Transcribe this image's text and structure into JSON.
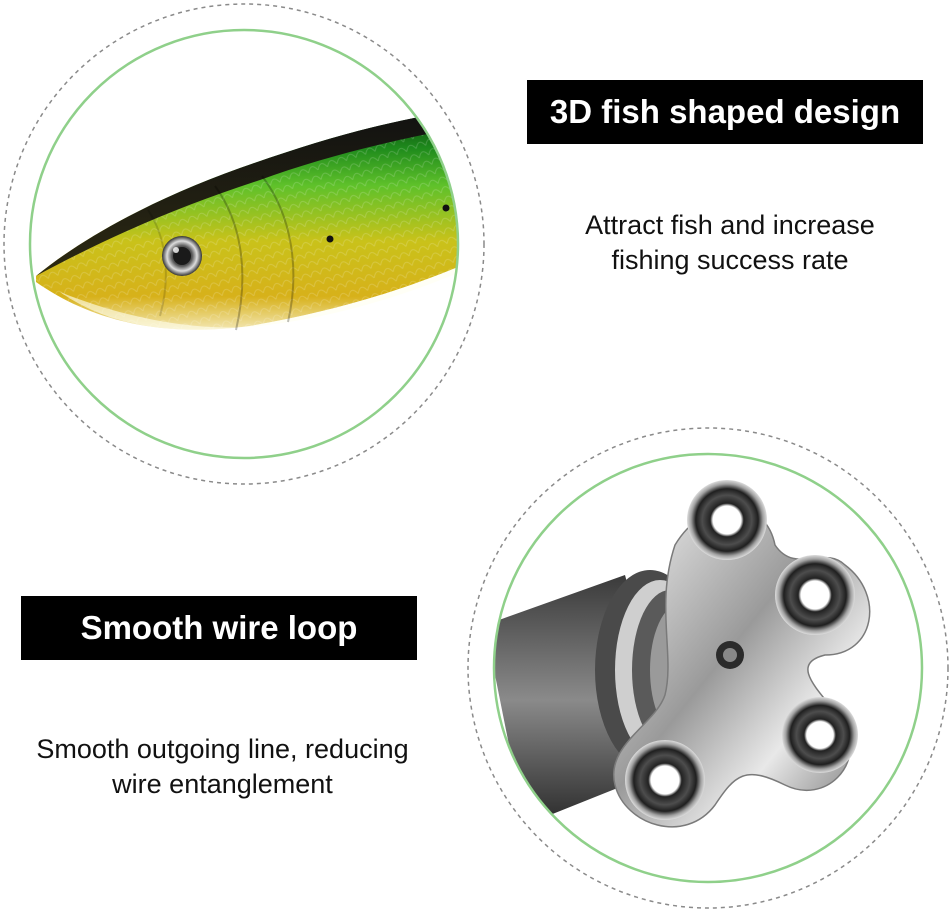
{
  "features": [
    {
      "title": "3D fish shaped design",
      "description": [
        "Attract fish and increase",
        "fishing success rate"
      ]
    },
    {
      "title": "Smooth wire loop",
      "description": [
        "Smooth outgoing line, reducing",
        "wire entanglement"
      ]
    }
  ],
  "colors": {
    "ring_green": "#8fd08a",
    "dashed_ring": "#8a8a8a",
    "label_bg": "#000000",
    "label_text": "#ffffff"
  }
}
